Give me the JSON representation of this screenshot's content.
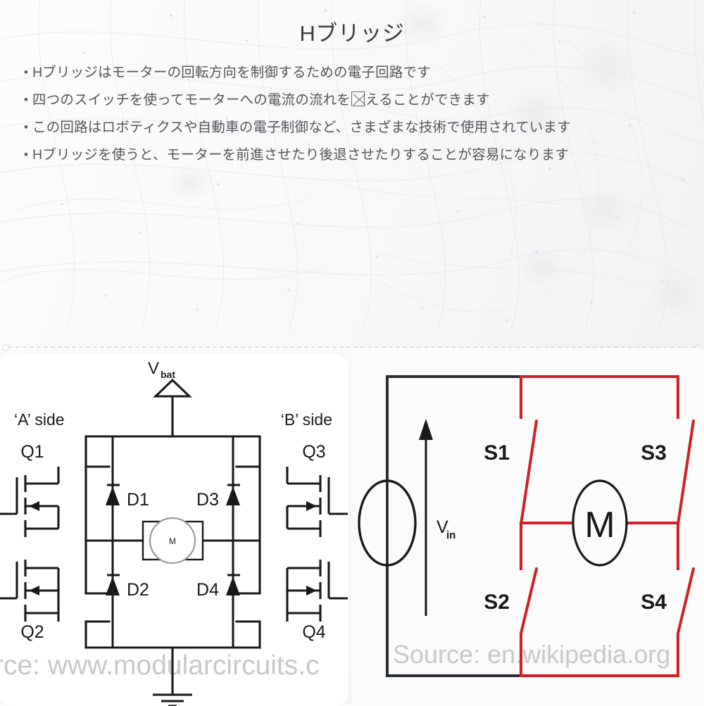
{
  "slide": {
    "title": "Hブリッジ",
    "background_color": "#fbfbfb",
    "text_color": "#55555a",
    "bullets": [
      {
        "marker": "•",
        "pre": "Hブリッジはモーターの回転方向を制御するための電子回路です",
        "glyph": "",
        "post": ""
      },
      {
        "marker": "•",
        "pre": "四つのスイッチを使ってモーターへの電流の流れを",
        "glyph": "▨",
        "post": "えることができます"
      },
      {
        "marker": "•",
        "pre": "この回路はロボティクスや自動車の電子制御など、さまざまな技術で使用されています",
        "glyph": "",
        "post": ""
      },
      {
        "marker": "•",
        "pre": "Hブリッジを使うと、モーターを前進させたり後退させたりすることが容易になります",
        "glyph": "",
        "post": ""
      }
    ]
  },
  "left_figure": {
    "name": "mosfet-h-bridge-schematic",
    "watermark": "rce: www.modularcircuits.c",
    "supply_label_main": "V",
    "supply_label_sub": "bat",
    "side_a_label": "‘A’ side",
    "side_b_label": "‘B’ side",
    "transistors": [
      "Q1",
      "Q3",
      "Q2",
      "Q4"
    ],
    "diodes": [
      "D1",
      "D3",
      "D2",
      "D4"
    ],
    "motor_label": "M",
    "line_color": "#19191b",
    "card_color": "#ffffff"
  },
  "right_figure": {
    "name": "switch-h-bridge-schematic",
    "watermark": "Source: en.wikipedia.org",
    "source_label_main": "V",
    "source_label_sub": "in",
    "switches": [
      "S1",
      "S3",
      "S2",
      "S4"
    ],
    "motor_label": "M",
    "black_color": "#2b2f33",
    "red_color": "#cf2027"
  }
}
